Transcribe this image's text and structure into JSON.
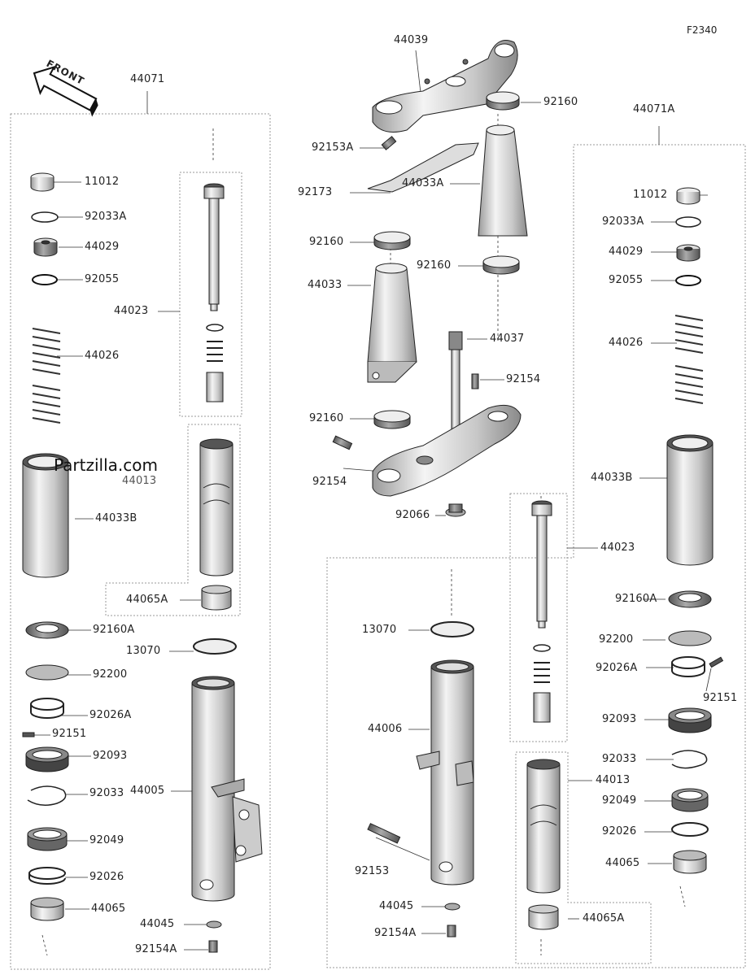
{
  "figure_code": "F2340",
  "front_label": "FRONT",
  "watermark": "Partzilla.com",
  "parts": [
    "44071",
    "11012",
    "92033A",
    "44029",
    "92055",
    "44023",
    "44026",
    "44013",
    "44033B",
    "44065A",
    "92160A",
    "13070",
    "92200",
    "92026A",
    "92151",
    "92093",
    "92033",
    "44005",
    "92049",
    "92026",
    "44065",
    "44045",
    "92154A",
    "44039",
    "92160",
    "92153A",
    "92173",
    "44033A",
    "92160",
    "44033",
    "92160",
    "44037",
    "92154",
    "92160",
    "92154",
    "92066",
    "44071A",
    "11012",
    "92033A",
    "44029",
    "92055",
    "44026",
    "44033B",
    "44023",
    "92160A",
    "13070",
    "92200",
    "92026A",
    "92151",
    "44006",
    "92093",
    "92033",
    "44013",
    "92049",
    "92026",
    "92153",
    "44065",
    "44045",
    "44065A",
    "92154A"
  ]
}
